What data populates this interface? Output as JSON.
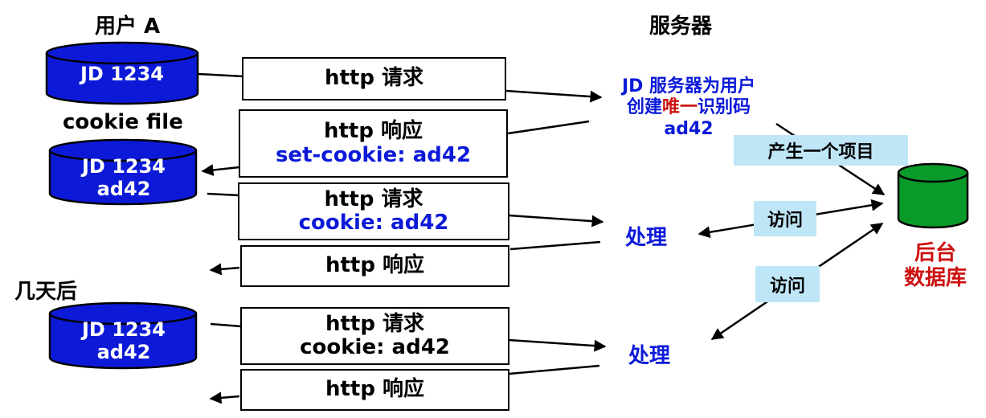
{
  "user": {
    "title": "用户 A",
    "cookie_file_label": "cookie file",
    "later_label": "几天后"
  },
  "server": {
    "title": "服务器"
  },
  "user_db_1": {
    "line1": "JD 1234"
  },
  "user_db_2": {
    "line1": "JD 1234",
    "line2": "ad42"
  },
  "user_db_3": {
    "line1": "JD 1234",
    "line2": "ad42"
  },
  "msg1": {
    "line1": "http 请求"
  },
  "msg2": {
    "line1": "http 响应",
    "line2": "set-cookie: ad42"
  },
  "msg3": {
    "line1": "http 请求",
    "line2": "cookie: ad42"
  },
  "msg4": {
    "line1": "http 响应"
  },
  "msg5": {
    "line1": "http 请求",
    "line2": "cookie: ad42"
  },
  "msg6": {
    "line1": "http 响应"
  },
  "server_note": {
    "line1": "JD 服务器为用户",
    "line2_prefix": "创建",
    "line2_highlight": "唯一",
    "line2_suffix": "识别码",
    "line3": "ad42"
  },
  "process_1": "处理",
  "process_2": "处理",
  "tag_create_entry": "产生一个项目",
  "tag_access_1": "访问",
  "tag_access_2": "访问",
  "backend_db": {
    "line1": "后台",
    "line2": "数据库"
  },
  "colors": {
    "user_db": "#0c1ad8",
    "backend_db": "#0a9a2a",
    "tag_bg": "#bfe6f7",
    "highlight": "#cc1111"
  }
}
